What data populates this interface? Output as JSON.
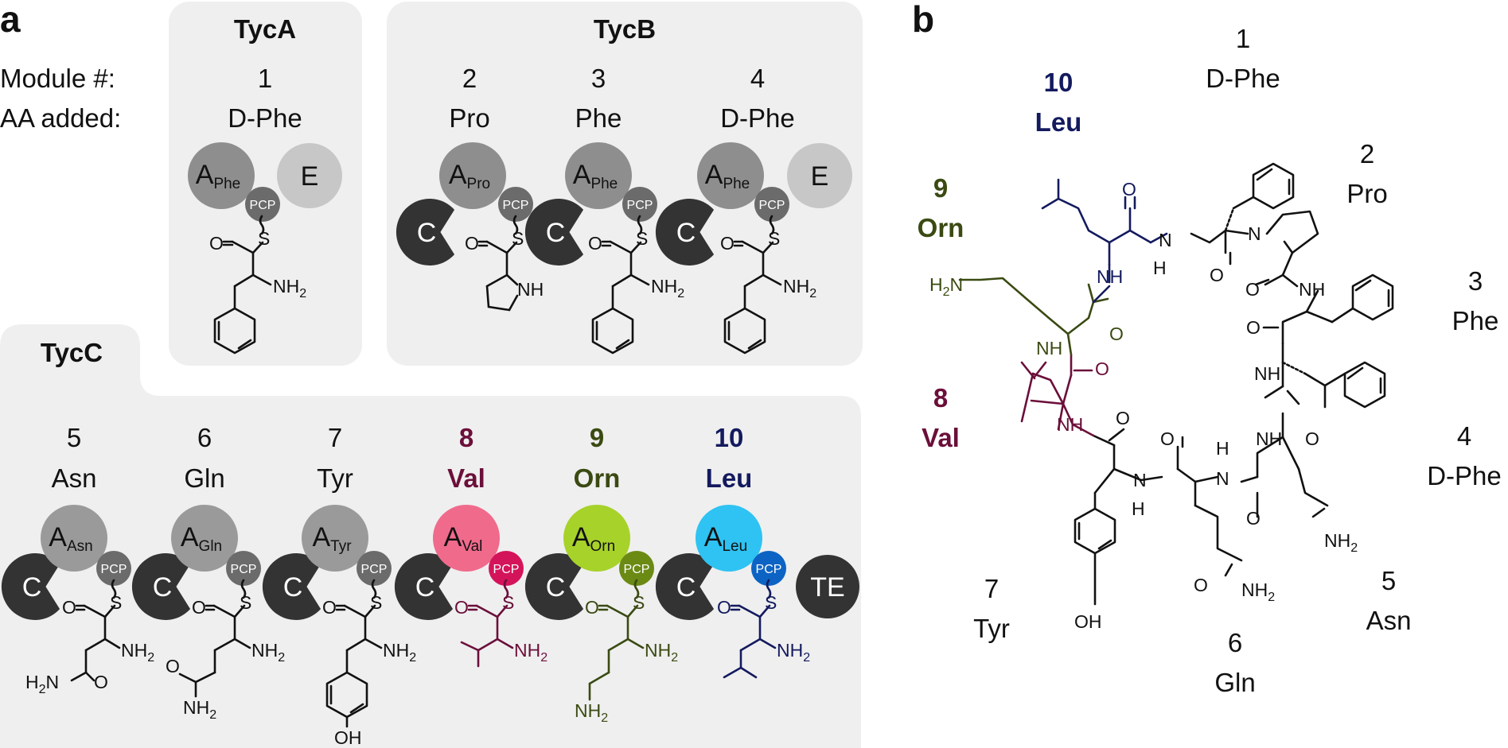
{
  "panels": {
    "a": "a",
    "b": "b"
  },
  "row_labels": {
    "module": "Module #:",
    "aa": "AA added:"
  },
  "groups": {
    "tyca": "TycA",
    "tycb": "TycB",
    "tycc": "TycC"
  },
  "modules": [
    {
      "num": "1",
      "aa": "D-Phe",
      "a_main": "A",
      "a_sub": "Phe",
      "color": "#111111",
      "a_fill": "#8e8e8e",
      "pcp_fill": "#6b6b6b"
    },
    {
      "num": "2",
      "aa": "Pro",
      "a_main": "A",
      "a_sub": "Pro",
      "color": "#111111",
      "a_fill": "#8e8e8e",
      "pcp_fill": "#6b6b6b"
    },
    {
      "num": "3",
      "aa": "Phe",
      "a_main": "A",
      "a_sub": "Phe",
      "color": "#111111",
      "a_fill": "#8e8e8e",
      "pcp_fill": "#6b6b6b"
    },
    {
      "num": "4",
      "aa": "D-Phe",
      "a_main": "A",
      "a_sub": "Phe",
      "color": "#111111",
      "a_fill": "#8e8e8e",
      "pcp_fill": "#6b6b6b"
    },
    {
      "num": "5",
      "aa": "Asn",
      "a_main": "A",
      "a_sub": "Asn",
      "color": "#111111",
      "a_fill": "#9a9a9a",
      "pcp_fill": "#6b6b6b"
    },
    {
      "num": "6",
      "aa": "Gln",
      "a_main": "A",
      "a_sub": "Gln",
      "color": "#111111",
      "a_fill": "#9a9a9a",
      "pcp_fill": "#6b6b6b"
    },
    {
      "num": "7",
      "aa": "Tyr",
      "a_main": "A",
      "a_sub": "Tyr",
      "color": "#111111",
      "a_fill": "#9a9a9a",
      "pcp_fill": "#6b6b6b"
    },
    {
      "num": "8",
      "aa": "Val",
      "a_main": "A",
      "a_sub": "Val",
      "color": "#6b0f3a",
      "a_fill": "#f06a8c",
      "pcp_fill": "#d4145a"
    },
    {
      "num": "9",
      "aa": "Orn",
      "a_main": "A",
      "a_sub": "Orn",
      "color": "#3a4a12",
      "a_fill": "#a7d22a",
      "pcp_fill": "#6b8a14"
    },
    {
      "num": "10",
      "aa": "Leu",
      "a_main": "A",
      "a_sub": "Leu",
      "color": "#131a5e",
      "a_fill": "#2ec3f2",
      "pcp_fill": "#0d63c4"
    }
  ],
  "domains": {
    "pcp": "PCP",
    "c": "C",
    "e": "E",
    "te": "TE"
  },
  "chem": {
    "o": "O",
    "s": "S",
    "nh": "NH",
    "h": "H",
    "n": "N",
    "oh": "OH",
    "nh2": "NH",
    "sub2": "2",
    "h2n": "H",
    "h2n_n": "N",
    "h2n_amide": "H",
    "amide_n": "N"
  },
  "ring": [
    {
      "num": "1",
      "aa": "D-Phe",
      "color": "#111111"
    },
    {
      "num": "2",
      "aa": "Pro",
      "color": "#111111"
    },
    {
      "num": "3",
      "aa": "Phe",
      "color": "#111111"
    },
    {
      "num": "4",
      "aa": "D-Phe",
      "color": "#111111"
    },
    {
      "num": "5",
      "aa": "Asn",
      "color": "#111111"
    },
    {
      "num": "6",
      "aa": "Gln",
      "color": "#111111"
    },
    {
      "num": "7",
      "aa": "Tyr",
      "color": "#111111"
    },
    {
      "num": "8",
      "aa": "Val",
      "color": "#6b0f3a"
    },
    {
      "num": "9",
      "aa": "Orn",
      "color": "#3a4a12"
    },
    {
      "num": "10",
      "aa": "Leu",
      "color": "#131a5e"
    }
  ],
  "colors": {
    "panel_bg": "#efefef",
    "c_domain": "#333333",
    "e_domain": "#c7c7c7"
  }
}
